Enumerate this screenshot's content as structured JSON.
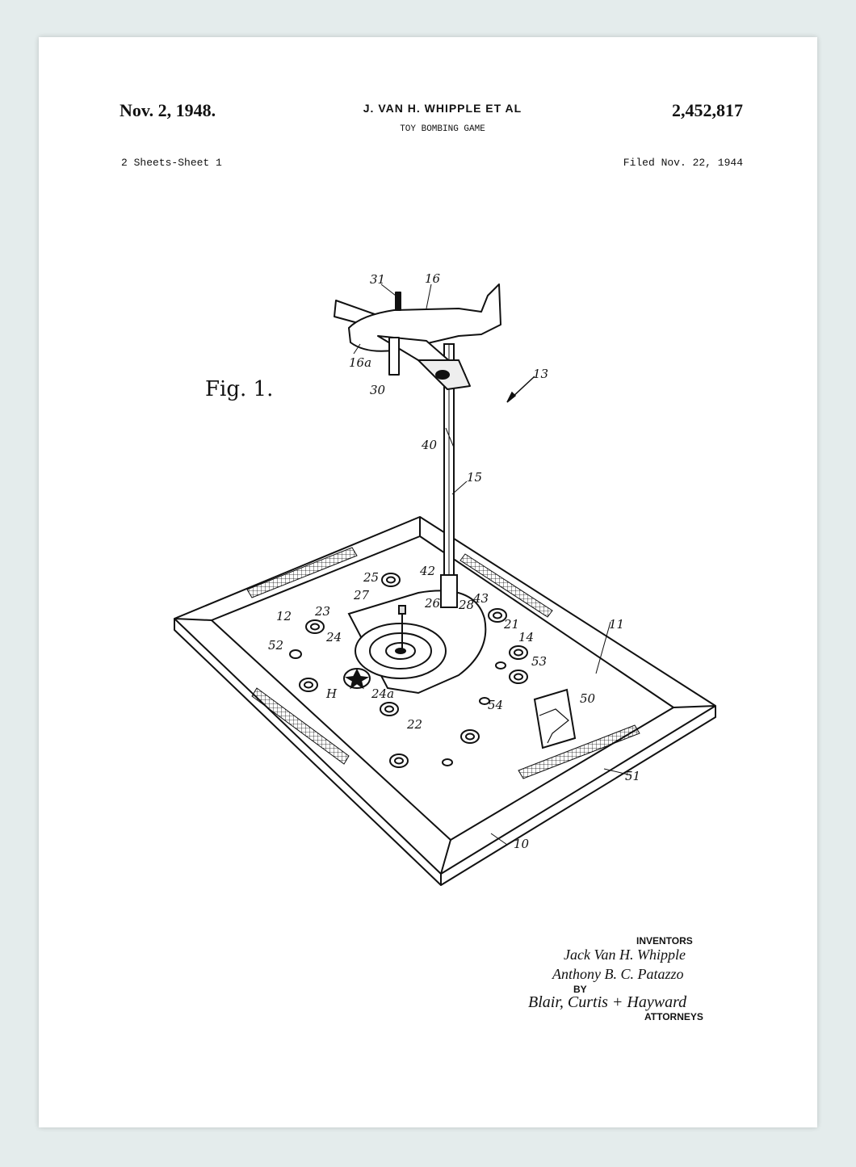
{
  "header": {
    "date": "Nov. 2, 1948.",
    "inventor": "J. VAN H. WHIPPLE ET AL",
    "patent_number": "2,452,817",
    "title": "TOY BOMBING GAME",
    "sheets": "2 Sheets-Sheet 1",
    "filed": "Filed Nov. 22, 1944"
  },
  "figure": {
    "label": "Fig. 1.",
    "reference_numerals": [
      "31",
      "16",
      "16a",
      "30",
      "13",
      "40",
      "15",
      "42",
      "43",
      "25",
      "27",
      "23",
      "24",
      "26",
      "28",
      "21",
      "14",
      "12",
      "52",
      "H",
      "24a",
      "22",
      "53",
      "54",
      "50",
      "51",
      "11",
      "10"
    ]
  },
  "signatures": {
    "inventors_heading": "INVENTORS",
    "inventor_1": "Jack Van H. Whipple",
    "inventor_2": "Anthony B. C. Patazzo",
    "by": "BY",
    "attorneys_signature": "Blair, Curtis + Hayward",
    "attorneys_heading": "ATTORNEYS"
  }
}
